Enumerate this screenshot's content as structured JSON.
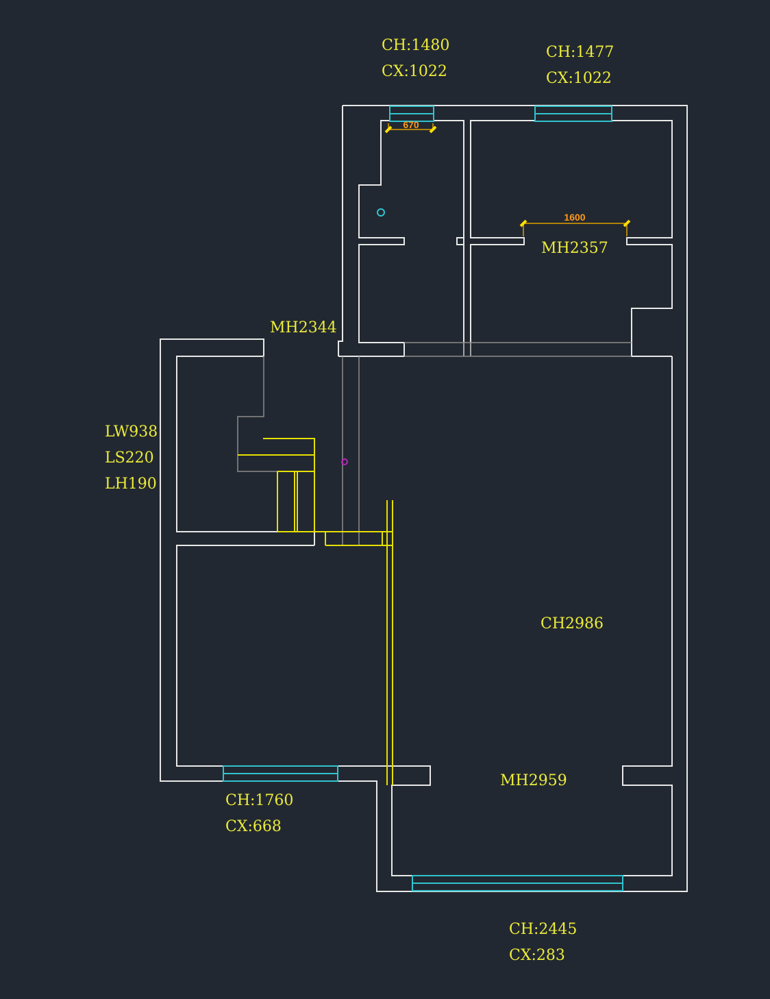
{
  "labels": {
    "win_top_left": {
      "ch": "CH:1480",
      "cx": "CX:1022"
    },
    "win_top_right": {
      "ch": "CH:1477",
      "cx": "CX:1022"
    },
    "win_bottom_left": {
      "ch": "CH:1760",
      "cx": "CX:668"
    },
    "win_bottom_right": {
      "ch": "CH:2445",
      "cx": "CX:283"
    },
    "door_top_right": "MH2357",
    "door_left": "MH2344",
    "door_bottom": "MH2959",
    "main_room": "CH2986",
    "stair": {
      "lw": "LW938",
      "ls": "LS220",
      "lh": "LH190"
    },
    "dim_670": "670",
    "dim_1600": "1600"
  },
  "colors": {
    "background": "#222831",
    "wall": "#e8e8e8",
    "window": "#2fc4d0",
    "label": "#ecec3a",
    "dimension": "#ff9a1a",
    "marker": "#c020c0"
  }
}
